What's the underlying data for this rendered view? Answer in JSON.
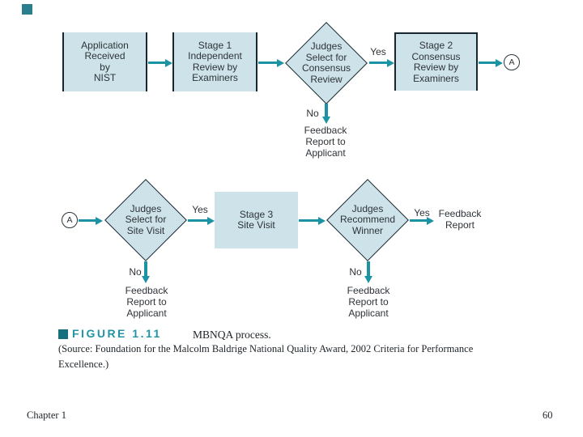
{
  "flow": {
    "application": "Application\nReceived\nby\nNIST",
    "stage1": "Stage 1\nIndependent\nReview by\nExaminers",
    "judges_consensus": "Judges\nSelect for\nConsensus\nReview",
    "stage2": "Stage 2\nConsensus\nReview by\nExaminers",
    "judges_site": "Judges\nSelect for\nSite Visit",
    "stage3": "Stage 3\nSite Visit",
    "judges_winner": "Judges\nRecommend\nWinner",
    "connector": "A",
    "yes": "Yes",
    "no": "No",
    "feedback_applicant": "Feedback\nReport to\nApplicant",
    "feedback_report": "Feedback\nReport"
  },
  "caption": {
    "figure_label": "FIGURE 1.11",
    "figure_title": "MBNQA process.",
    "source": "(Source: Foundation for the Malcolm Baldrige National Quality Award, 2002 Criteria for Performance\nExcellence.)"
  },
  "footer": {
    "chapter": "Chapter 1",
    "page_number": "60"
  },
  "colors": {
    "node_fill": "#cde3e9",
    "node_border": "#18262e",
    "arrow_teal": "#1b93a4",
    "figure_label_teal": "#2094a3",
    "corner_accent": "#2b7f8d"
  }
}
